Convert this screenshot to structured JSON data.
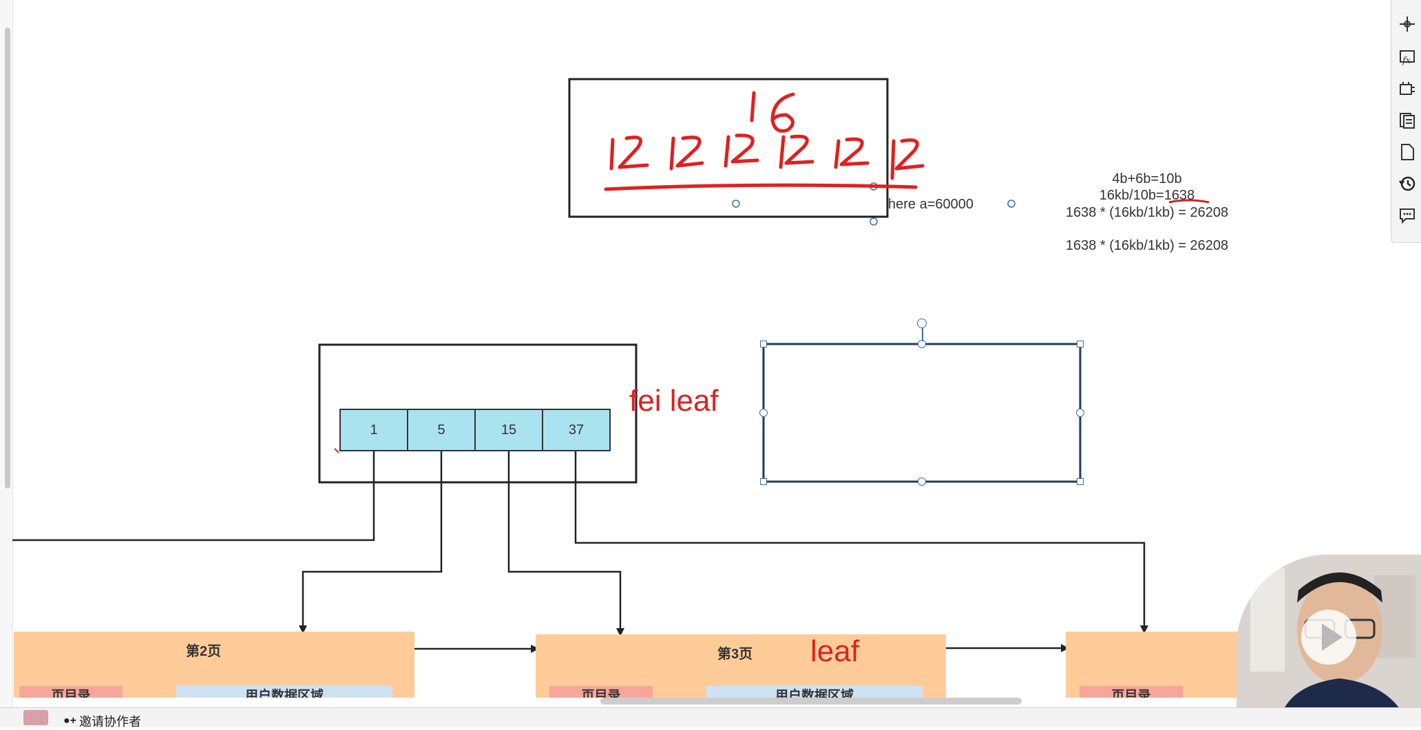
{
  "toolbar": {
    "icons": [
      "move-icon",
      "fx-icon",
      "resize-icon",
      "copy-icon",
      "page-icon",
      "history-icon",
      "comment-icon"
    ]
  },
  "annotations": {
    "handwritten_top": "16",
    "handwritten_row": "12 12 12 12 12 12",
    "fei_leaf": "fei leaf",
    "leaf": "leaf"
  },
  "text_items": {
    "where_clause": "here a=60000",
    "calc_line1": "4b+6b=10b",
    "calc_line2": "16kb/10b=1638",
    "calc_line3": "1638 * (16kb/1kb) = 26208",
    "calc_line4": "1638 * (16kb/1kb) = 26208"
  },
  "index_node": {
    "keys": [
      "1",
      "5",
      "15",
      "37"
    ]
  },
  "pages": [
    {
      "title": "第2页",
      "dir_label": "页目录",
      "data_label": "用户数据区域"
    },
    {
      "title": "第3页",
      "dir_label": "页目录",
      "data_label": "用户数据区域"
    },
    {
      "title": "",
      "dir_label": "页目录",
      "data_label": ""
    }
  ],
  "bottom_bar": {
    "invite_label": "邀请协作者"
  },
  "colors": {
    "page_fill": "#ffcc99",
    "key_fill": "#a9e3f0",
    "annotation_red": "#e02020",
    "selection_blue": "#3a6ea5"
  }
}
